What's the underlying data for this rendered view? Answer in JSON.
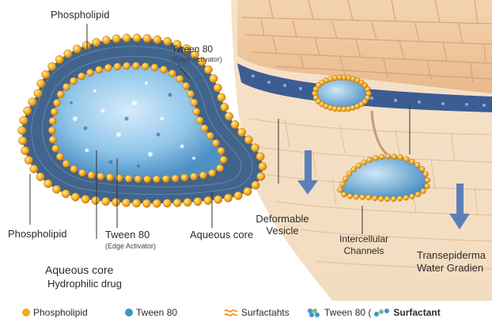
{
  "labels": {
    "phospholipid_top": "Phospholipid",
    "tween_top": "Tween 80",
    "tween_top_sub": "(Edge Activator)",
    "phospholipid_left": "Phospholipid",
    "tween_bottom": "Tween 80",
    "tween_bottom_sub": "(Edge Activator)",
    "aqueous_core_right": "Aqueous core",
    "aqueous_core_main": "Aqueous core",
    "hydrophilic_drug": "Hydrophilic drug",
    "deformable_vesicle_1": "Deformable",
    "deformable_vesicle_2": "Vesicle",
    "intercellular_1": "Intercellular",
    "intercellular_2": "Channels",
    "transepidermal_1": "Transepiderma",
    "transepidermal_2": "Water Gradien"
  },
  "legend": {
    "phospholipid": "Phospholipid",
    "tween": "Tween 80",
    "surfactants": "Surfactahts",
    "tween_paren": "Tween 80 (",
    "surfactant": "Surfactant"
  },
  "colors": {
    "phospholipid_head": "#f4a91f",
    "tween_head": "#3f95c8",
    "core": "#8fc6ea",
    "tail": "#4b6f95",
    "skin": "#f3d7b6",
    "arrow": "#5b7fb8"
  }
}
